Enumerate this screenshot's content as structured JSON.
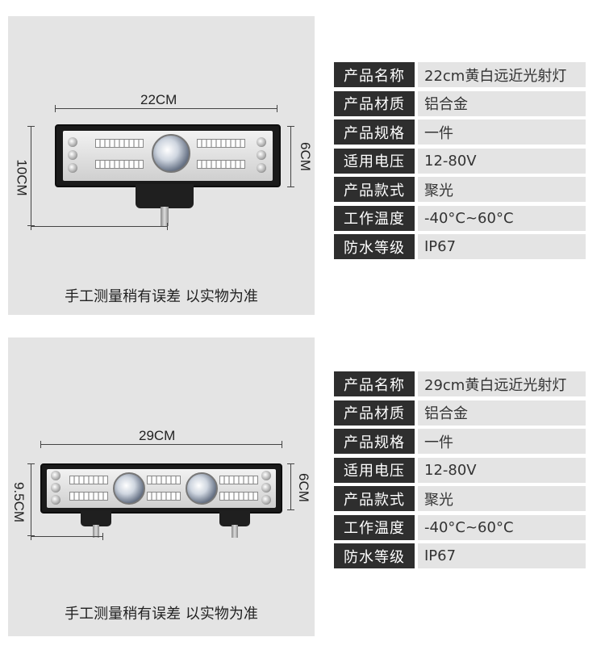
{
  "panel1": {
    "width_label": "22CM",
    "height_left_label": "10CM",
    "height_right_label": "6CM",
    "note": "手工测量稍有误差 以实物为准"
  },
  "panel2": {
    "width_label": "29CM",
    "height_left_label": "9.5CM",
    "height_right_label": "6CM",
    "note": "手工测量稍有误差 以实物为准"
  },
  "specs1": [
    {
      "key": "产品名称",
      "value": "22cm黄白远近光射灯"
    },
    {
      "key": "产品材质",
      "value": "铝合金"
    },
    {
      "key": "产品规格",
      "value": "一件"
    },
    {
      "key": "适用电压",
      "value": "12-80V"
    },
    {
      "key": "产品款式",
      "value": "聚光"
    },
    {
      "key": "工作温度",
      "value": "-40°C~60°C"
    },
    {
      "key": "防水等级",
      "value": "IP67"
    }
  ],
  "specs2": [
    {
      "key": "产品名称",
      "value": "29cm黄白远近光射灯"
    },
    {
      "key": "产品材质",
      "value": "铝合金"
    },
    {
      "key": "产品规格",
      "value": "一件"
    },
    {
      "key": "适用电压",
      "value": "12-80V"
    },
    {
      "key": "产品款式",
      "value": "聚光"
    },
    {
      "key": "工作温度",
      "value": "-40°C~60°C"
    },
    {
      "key": "防水等级",
      "value": "IP67"
    }
  ],
  "colors": {
    "panel_bg": "#e4e4e4",
    "key_bg": "#2e2e2e",
    "key_text": "#ffffff",
    "value_bg": "#e4e4e4"
  }
}
